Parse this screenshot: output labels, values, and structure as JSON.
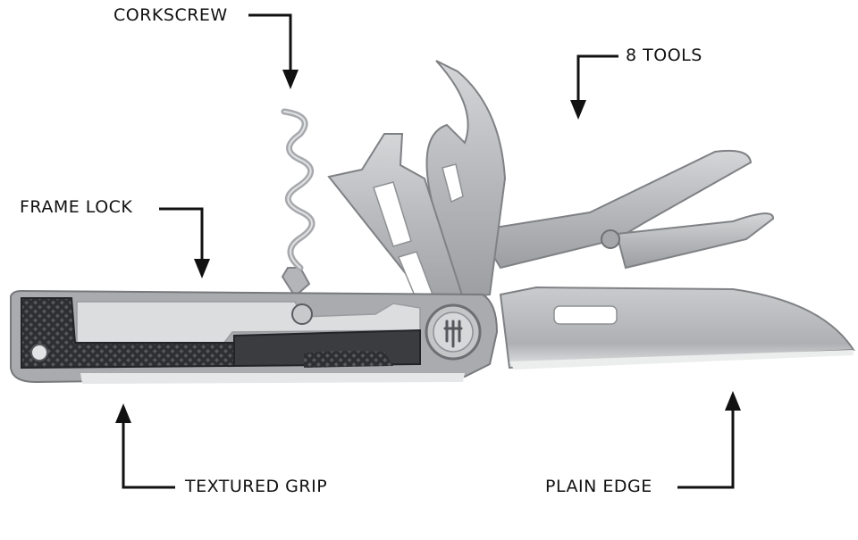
{
  "callouts": {
    "corkscrew": "CORKSCREW",
    "eight_tools": "8 TOOLS",
    "frame_lock": "FRAME LOCK",
    "textured_grip": "TEXTURED GRIP",
    "plain_edge": "PLAIN EDGE"
  },
  "colors": {
    "background": "#ffffff",
    "arrow": "#111111",
    "steel": "#b9bbbd",
    "steel_dark": "#8e9093",
    "handle_dark": "#3a3c3f"
  }
}
